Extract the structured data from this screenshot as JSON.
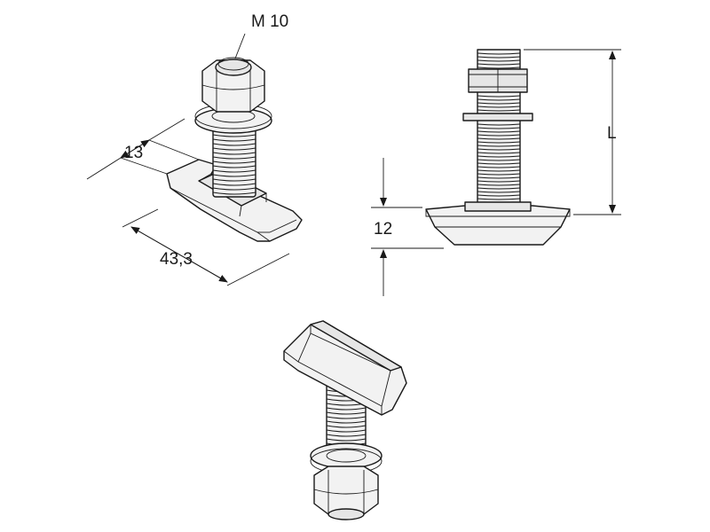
{
  "labels": {
    "thread_size": "M 10",
    "width": "13",
    "length": "43,3",
    "height": "12",
    "bolt_length": "L"
  }
}
